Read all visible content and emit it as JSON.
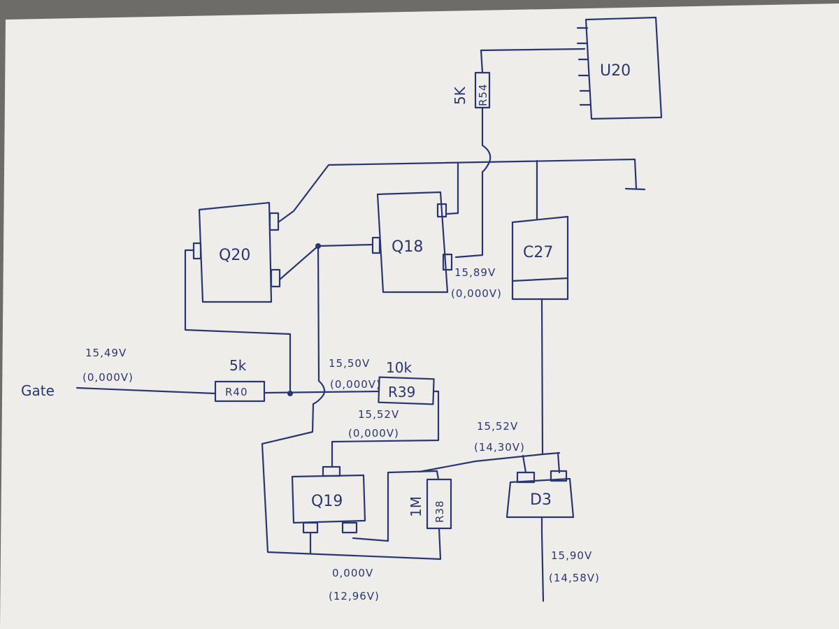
{
  "components": {
    "u20": {
      "label": "U20"
    },
    "r54": {
      "label": "R54",
      "value": "5K"
    },
    "q20": {
      "label": "Q20"
    },
    "q18": {
      "label": "Q18"
    },
    "c27": {
      "label": "C27"
    },
    "r40": {
      "label": "R40",
      "value": "5k"
    },
    "r39": {
      "label": "R39",
      "value": "10k"
    },
    "q19": {
      "label": "Q19"
    },
    "r38": {
      "label": "R38",
      "value": "1M"
    },
    "d3": {
      "label": "D3"
    }
  },
  "gate_label": "Gate",
  "measurements": {
    "gate": {
      "v1": "15,49V",
      "v2": "(0,000V)"
    },
    "q18_pin": {
      "v1": "15,89V",
      "v2": "(0,000V)"
    },
    "r39_left": {
      "v1": "15,50V",
      "v2": "(0,000V)"
    },
    "r39_right": {
      "v1": "15,52V",
      "v2": "(0,000V)"
    },
    "d3_top": {
      "v1": "15,52V",
      "v2": "(14,30V)"
    },
    "q19_bottom": {
      "v1": "0,000V",
      "v2": "(12,96V)"
    },
    "d3_bottom": {
      "v1": "15,90V",
      "v2": "(14,58V)"
    }
  },
  "colors": {
    "ink": "#2a3672",
    "paper": "#eeedea",
    "background": "#6e6c69"
  }
}
